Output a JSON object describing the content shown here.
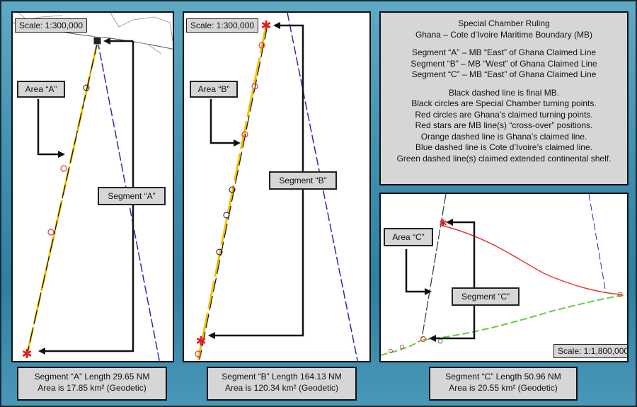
{
  "panels": {
    "a": {
      "scale": "Scale: 1:300,000",
      "area_label": "Area “A”",
      "segment_label": "Segment “A”"
    },
    "b": {
      "scale": "Scale: 1:300,000",
      "area_label": "Area “B”",
      "segment_label": "Segment “B”"
    },
    "c": {
      "scale": "Scale: 1:1,800,000",
      "area_label": "Area “C”",
      "segment_label": "Segment “C”"
    }
  },
  "info": {
    "title": "Special Chamber Ruling",
    "subtitle": "Ghana – Cote d’Ivoire Maritime Boundary (MB)",
    "segments": [
      "Segment “A” – MB “East” of Ghana Claimed Line",
      "Segment “B” – MB “West” of Ghana Claimed Line",
      "Segment “C” – MB “East” of Ghana Claimed Line"
    ],
    "legend": [
      "Black dashed line is final MB.",
      "Black circles are Special Chamber turning points.",
      "Red circles are Ghana’s claimed turning points.",
      "Red stars are MB line(s) “cross-over” positions.",
      "Orange dashed line is Ghana’s claimed line.",
      "Blue dashed line is Cote d’Ivoire’s claimed line.",
      "Green dashed line(s) claimed extended continental shelf."
    ]
  },
  "captions": {
    "a": {
      "length": "Segment “A” Length 29.65 NM",
      "area": "Area is 17.85 km² (Geodetic)"
    },
    "b": {
      "length": "Segment “B” Length 164.13 NM",
      "area": "Area is 120.34 km² (Geodetic)"
    },
    "c": {
      "length": "Segment “C” Length 50.96 NM",
      "area": "Area is 20.55 km² (Geodetic)"
    }
  },
  "colors": {
    "final_mb": "#111111",
    "ghana_line": "#f2c200",
    "cote_divoire_line": "#2a2ab0",
    "continental_shelf": "#66cc44",
    "ghana_points": "#e03a3a",
    "cross_over_stars": "#e02020"
  }
}
